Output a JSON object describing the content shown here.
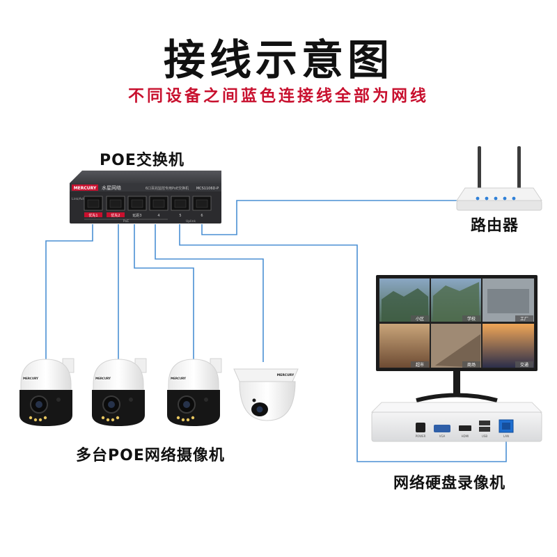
{
  "header": {
    "title": "接线示意图",
    "subtitle": "不同设备之间蓝色连接线全部为网线"
  },
  "devices": {
    "poe_switch": {
      "label": "POE交换机",
      "brand": "MERCURY",
      "brand_cn": "水星网络",
      "model": "MCS1106D-P",
      "desc": "6口百兆监控专用PoE交换机",
      "port_labels": [
        "优先1",
        "优先2",
        "延距3",
        "4",
        "5",
        "6"
      ],
      "poe_label": "PoE",
      "uplink_label": "Uplink",
      "link_label": "Link/Act"
    },
    "router": {
      "label": "路由器"
    },
    "cameras": {
      "label": "多台POE网络摄像机",
      "brand": "MERCURY"
    },
    "nvr": {
      "label": "网络硬盘录像机",
      "ports": [
        "POWER",
        "VGA",
        "HDMI",
        "USB",
        "LAN"
      ]
    },
    "monitor": {
      "tiles": [
        "小区",
        "学校",
        "工厂",
        "超市",
        "商场",
        "交通"
      ]
    }
  },
  "colors": {
    "cable": "#4a8fd4",
    "subtitle": "#c8102e",
    "switch_body": "#2b2b2e",
    "switch_accent": "#c8102e"
  }
}
